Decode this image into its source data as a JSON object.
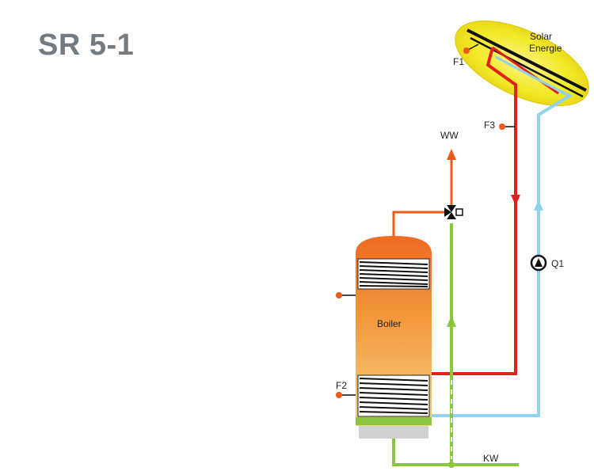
{
  "title": "SR 5-1",
  "labels": {
    "solar": "Solar",
    "energie": "Energie",
    "boiler": "Boiler",
    "ww": "WW",
    "kw": "KW",
    "f1": "F1",
    "f2": "F2",
    "f3": "F3",
    "q1": "Q1"
  },
  "colors": {
    "title": "#737b82",
    "hot_line": "#e3211c",
    "cold_return": "#8fd3ec",
    "cold_water": "#8cc63f",
    "hot_water": "#ec5a1e",
    "sensor": "#ec5a1e",
    "collector_halo": "#f4ea2a",
    "tank_top": "#ee6a22",
    "tank_bottom": "#f7d280",
    "tank_base": "#d0d0d0"
  }
}
